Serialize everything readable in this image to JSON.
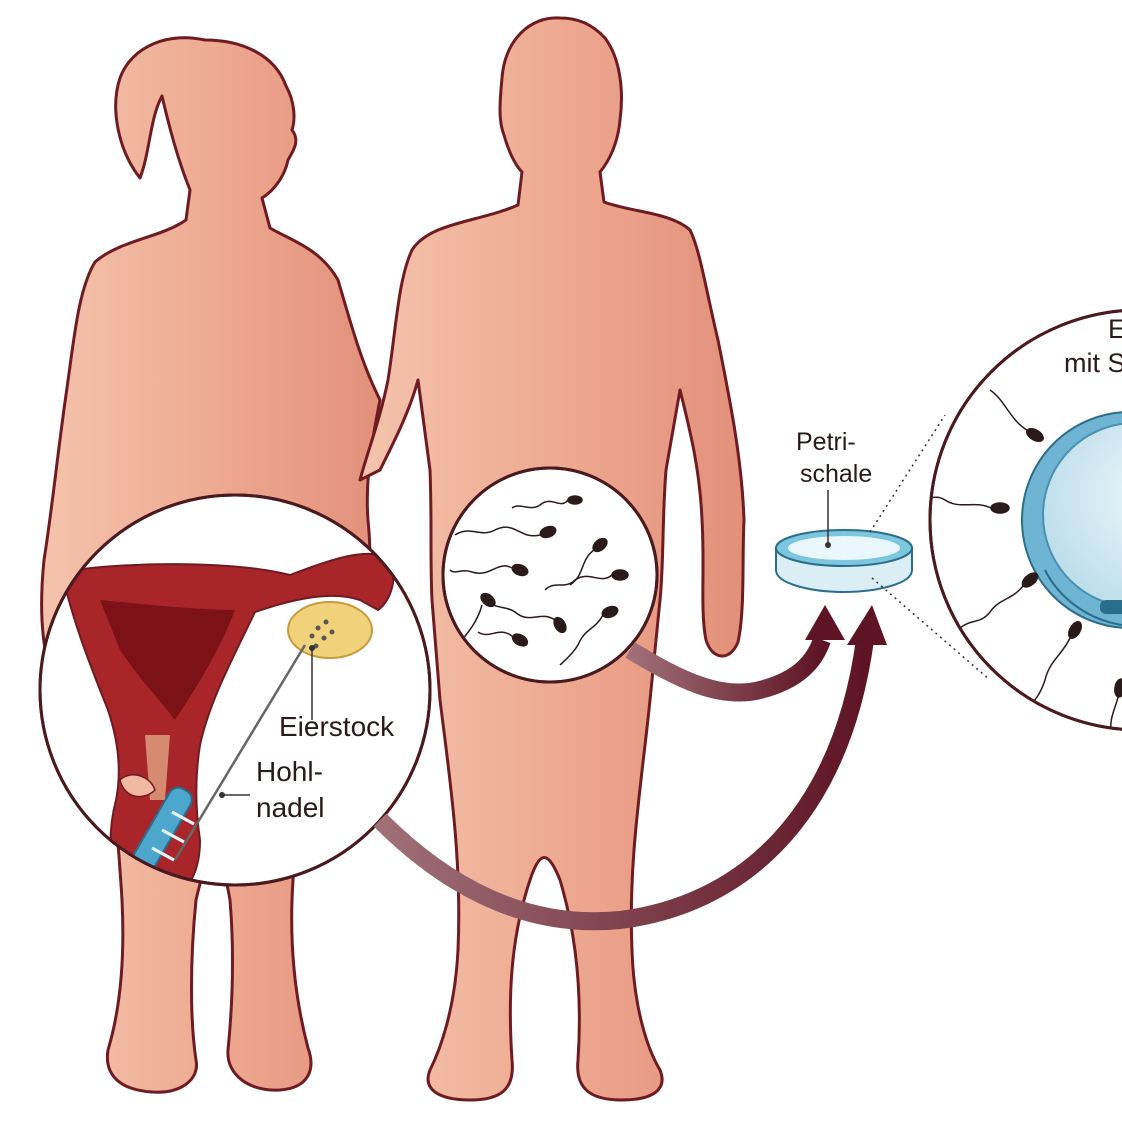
{
  "labels": {
    "ovary": "Eierstock",
    "needle_line1": "Hohl-",
    "needle_line2": "nadel",
    "petri_line1": "Petri-",
    "petri_line2": "schale",
    "egg_line1_partial": "E",
    "egg_line2_partial": "mit S"
  },
  "colors": {
    "skin_light": "#f2b9a2",
    "skin_dark": "#e08c74",
    "outline": "#6e1b22",
    "uterus": "#a8262a",
    "uterus_dark": "#7d1216",
    "arrow": "#6a1f2b",
    "dish": "#7cc6de",
    "egg_blue": "#6fb4d2",
    "ovary_fill": "#f0d27a"
  }
}
